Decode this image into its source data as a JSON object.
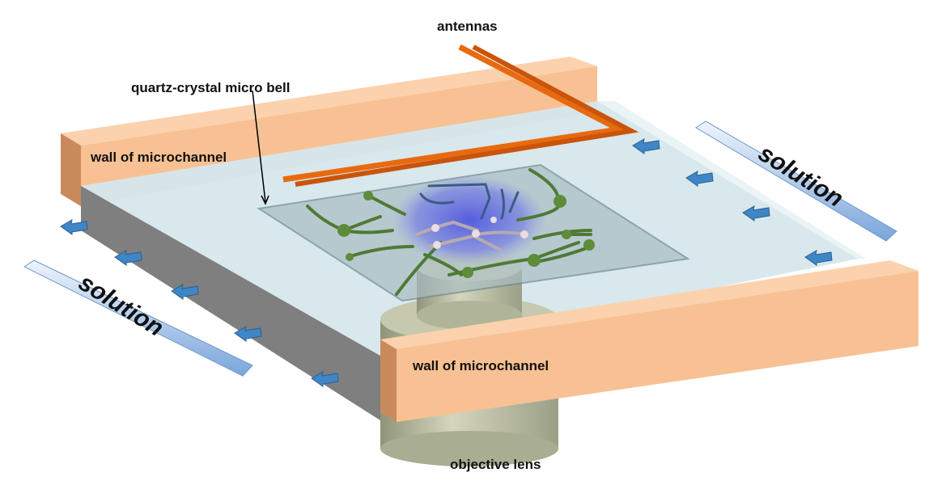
{
  "labels": {
    "antennas": "antennas",
    "micro_bell": "quartz-crystal micro bell",
    "wall_back": "wall of microchannel",
    "wall_front": "wall of microchannel",
    "solution_left": "solution",
    "solution_right": "solution",
    "objective_lens": "objective lens"
  },
  "colors": {
    "wall": "#f8c193",
    "antenna": "#e86a10",
    "glass": "#c9dde3",
    "glow": "#5b63e0",
    "arrow": "#3f86c6",
    "neuron": "#4f7a35"
  }
}
